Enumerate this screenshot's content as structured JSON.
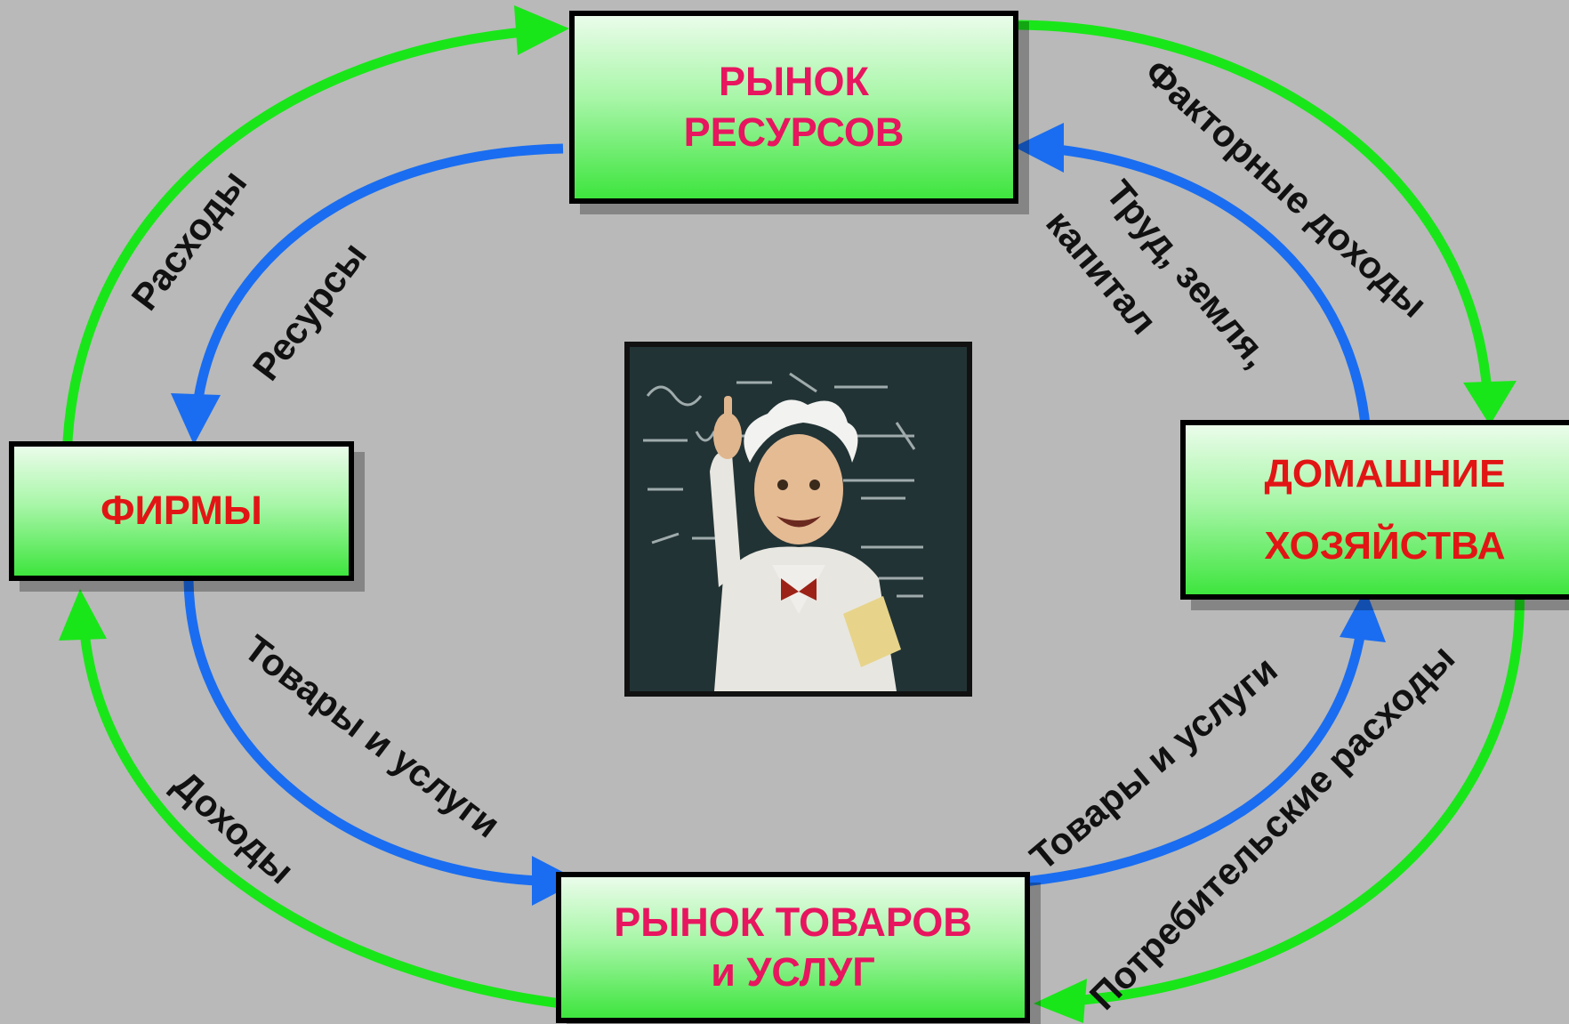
{
  "boxes": {
    "resource_market": {
      "line1": "РЫНОК",
      "line2": "РЕСУРСОВ"
    },
    "firms": {
      "label": "ФИРМЫ"
    },
    "households": {
      "line1": "ДОМАШНИЕ",
      "line2": "ХОЗЯЙСТВА"
    },
    "goods_market": {
      "line1": "РЫНОК  ТОВАРОВ",
      "line2": "и УСЛУГ"
    }
  },
  "flows": {
    "expenses": "Расходы",
    "resources": "Ресурсы",
    "factor_income": "Факторные доходы",
    "labor_land": "Труд, земля,",
    "capital": "капитал",
    "goods_services_left": "Товары и услуги",
    "income": "Доходы",
    "goods_services_right": "Товары и услуги",
    "consumer_spending": "Потребительские расходы"
  },
  "colors": {
    "money_flow": "#19e619",
    "real_flow": "#1a6df0",
    "background": "#b9b9b9",
    "resource_text": "#e8155f",
    "firm_text": "#e21515"
  },
  "image": {
    "subject": "professor-at-chalkboard"
  }
}
